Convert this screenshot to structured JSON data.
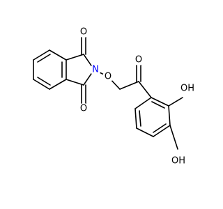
{
  "molecule": {
    "colors": {
      "bond": "#000000",
      "oxygen": "#ff0000",
      "nitrogen": "#0000ff",
      "hetero_text": "#000000"
    },
    "atoms": {
      "carbonyl_o_top": "O",
      "carbonyl_o_bottom": "O",
      "imide_n": "N",
      "ether_o": "O",
      "ketone_o": "O",
      "hydroxyl_upper": "OH",
      "hydroxyl_lower": "OH"
    }
  }
}
